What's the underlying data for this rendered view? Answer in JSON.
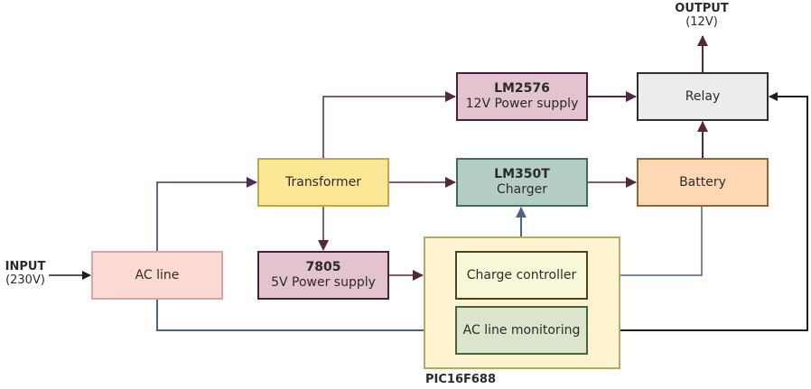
{
  "diagram": {
    "input": {
      "title": "INPUT",
      "value": "(230V)"
    },
    "output": {
      "title": "OUTPUT",
      "value": "(12V)"
    },
    "group": {
      "label": "PIC16F688"
    },
    "blocks": {
      "ac_line": {
        "label": "AC line"
      },
      "transformer": {
        "label": "Transformer"
      },
      "ps5": {
        "part": "7805",
        "label": "5V Power supply"
      },
      "ps12": {
        "part": "LM2576",
        "label": "12V Power supply"
      },
      "charger": {
        "part": "LM350T",
        "label": "Charger"
      },
      "relay": {
        "label": "Relay"
      },
      "battery": {
        "label": "Battery"
      },
      "charge_controller": {
        "label": "Charge controller"
      },
      "ac_line_monitoring": {
        "label": "AC line monitoring"
      }
    },
    "connections": [
      {
        "from": "INPUT",
        "to": "AC line",
        "color": "#1e1e1e"
      },
      {
        "from": "AC line",
        "to": "Transformer",
        "color": "#4b2d57"
      },
      {
        "from": "AC line",
        "to": "AC line monitoring",
        "color": "#4d6382"
      },
      {
        "from": "Transformer",
        "to": "LM2576 12V Power supply",
        "color": "#55273f"
      },
      {
        "from": "Transformer",
        "to": "LM350T Charger",
        "color": "#55273f"
      },
      {
        "from": "Transformer",
        "to": "7805 5V Power supply",
        "color": "#55273f"
      },
      {
        "from": "7805 5V Power supply",
        "to": "PIC16F688",
        "color": "#55273f"
      },
      {
        "from": "LM2576 12V Power supply",
        "to": "Relay",
        "color": "#55273f"
      },
      {
        "from": "LM350T Charger",
        "to": "Battery",
        "color": "#55273f"
      },
      {
        "from": "Battery",
        "to": "Relay",
        "color": "#55273f"
      },
      {
        "from": "Relay",
        "to": "OUTPUT",
        "color": "#55273f"
      },
      {
        "from": "Charge controller",
        "to": "LM350T Charger",
        "color": "#4d6382"
      },
      {
        "from": "Battery",
        "to": "Charge controller",
        "color": "#4d6382"
      },
      {
        "from": "AC line monitoring",
        "to": "Relay",
        "color": "#1e1e1e"
      }
    ]
  }
}
